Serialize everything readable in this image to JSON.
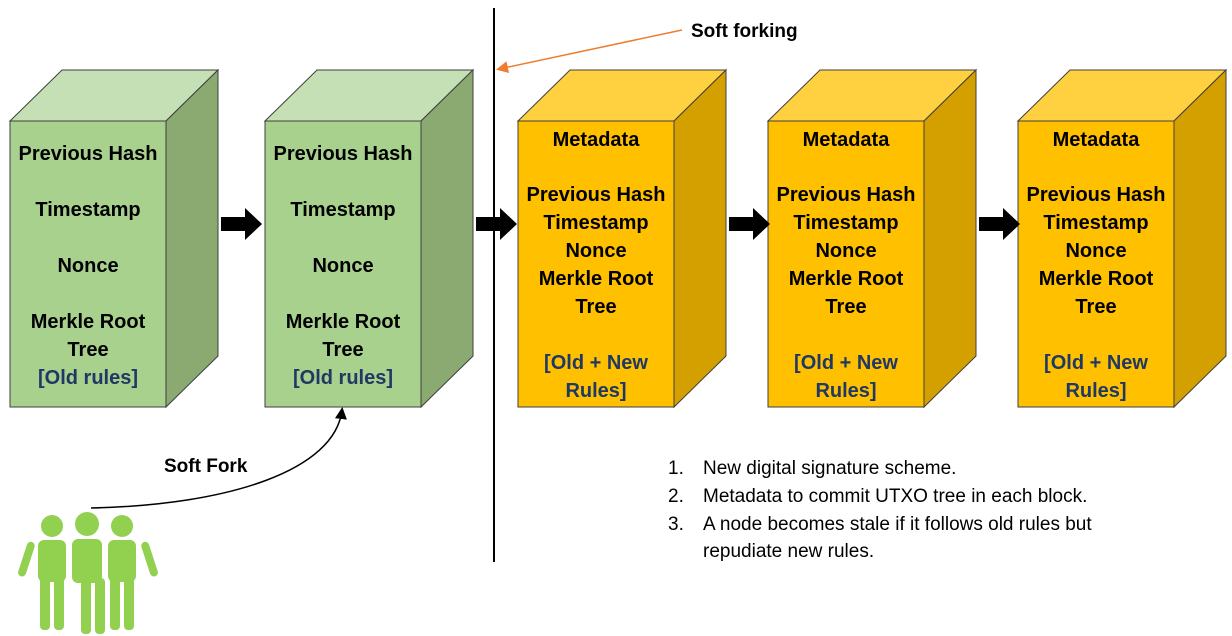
{
  "colors": {
    "old_front": "#a9d18e",
    "old_top": "#c5e0b4",
    "old_side": "#8aaa72",
    "new_front": "#ffc000",
    "new_top": "#ffd040",
    "new_side": "#d4a000",
    "rules_text": "#1f3864",
    "people": "#92d050",
    "soft_forking_arrow": "#ed7d31"
  },
  "old_blocks": [
    {
      "lines": [
        "Previous Hash",
        "Timestamp",
        "Nonce",
        "Merkle Root",
        "Tree"
      ],
      "rules": "[Old rules]"
    },
    {
      "lines": [
        "Previous Hash",
        "Timestamp",
        "Nonce",
        "Merkle Root",
        "Tree"
      ],
      "rules": "[Old rules]"
    }
  ],
  "new_blocks": [
    {
      "header": "Metadata",
      "lines": [
        "Previous Hash",
        "Timestamp",
        "Nonce",
        "Merkle Root",
        "Tree"
      ],
      "rules": [
        "[Old + New",
        "Rules]"
      ]
    },
    {
      "header": "Metadata",
      "lines": [
        "Previous Hash",
        "Timestamp",
        "Nonce",
        "Merkle Root",
        "Tree"
      ],
      "rules": [
        "[Old + New",
        "Rules]"
      ]
    },
    {
      "header": "Metadata",
      "lines": [
        "Previous Hash",
        "Timestamp",
        "Nonce",
        "Merkle Root",
        "Tree"
      ],
      "rules": [
        "[Old + New",
        "Rules]"
      ]
    }
  ],
  "labels": {
    "soft_forking": "Soft forking",
    "soft_fork": "Soft Fork"
  },
  "icons": {
    "people": "people-group-icon",
    "arrow": "right-block-arrow-icon"
  },
  "notes": [
    {
      "number": "1.",
      "lines": [
        "New digital signature scheme."
      ]
    },
    {
      "number": "2.",
      "lines": [
        "Metadata to commit UTXO tree in each block."
      ]
    },
    {
      "number": "3.",
      "lines": [
        "A node becomes stale if it follows old rules but",
        "repudiate new rules."
      ]
    }
  ]
}
